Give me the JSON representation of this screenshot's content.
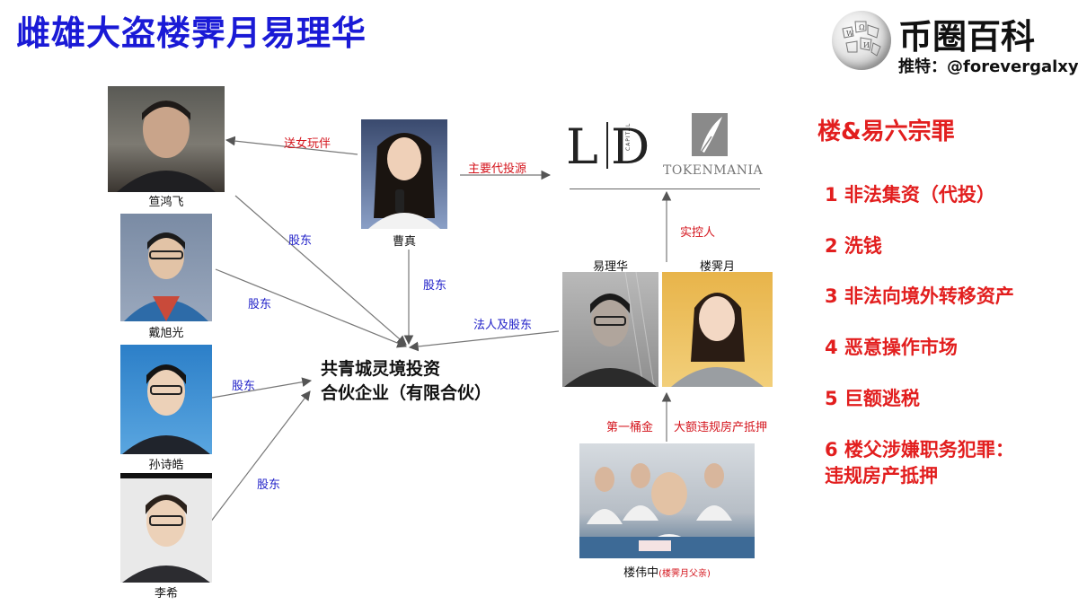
{
  "title": "雌雄大盗楼霁月易理华",
  "brand": {
    "name": "币圈百科",
    "handle": "推特：@forevergalxy"
  },
  "people": {
    "p1": "笪鸿飞",
    "p2": "戴旭光",
    "p3": "孙诗皓",
    "p4": "李希",
    "caozhen": "曹真",
    "yilihua": "易理华",
    "louyue": "楼霁月",
    "father": "楼伟中",
    "father_note": "(楼霁月父亲)"
  },
  "edges": {
    "send_girl": "送女玩伴",
    "main_source": "主要代投源",
    "controller": "实控人",
    "shareholder_1": "股东",
    "shareholder_2": "股东",
    "shareholder_3": "股东",
    "shareholder_4": "股东",
    "shareholder_5": "股东",
    "legal_person": "法人及股东",
    "first_gold": "第一桶金",
    "mortgage": "大额违规房产抵押"
  },
  "company": {
    "line1": "共青城灵境投资",
    "line2": "合伙企业（有限合伙）"
  },
  "logos": {
    "ld_sub": "CAPITAL",
    "tm": "TOKENMANIA"
  },
  "sins": {
    "title": "楼&易六宗罪",
    "items": [
      "1 非法集资（代投）",
      "2 洗钱",
      "3 非法向境外转移资产",
      "4 恶意操作市场",
      "5 巨额逃税",
      "6 楼父涉嫌职务犯罪：",
      "违规房产抵押"
    ]
  },
  "colors": {
    "title_blue": "#1a1ad6",
    "label_blue": "#2020c8",
    "label_red": "#d4141c",
    "sin_red": "#e21e1e"
  },
  "icons": {
    "globe": "wikipedia-globe-icon"
  }
}
